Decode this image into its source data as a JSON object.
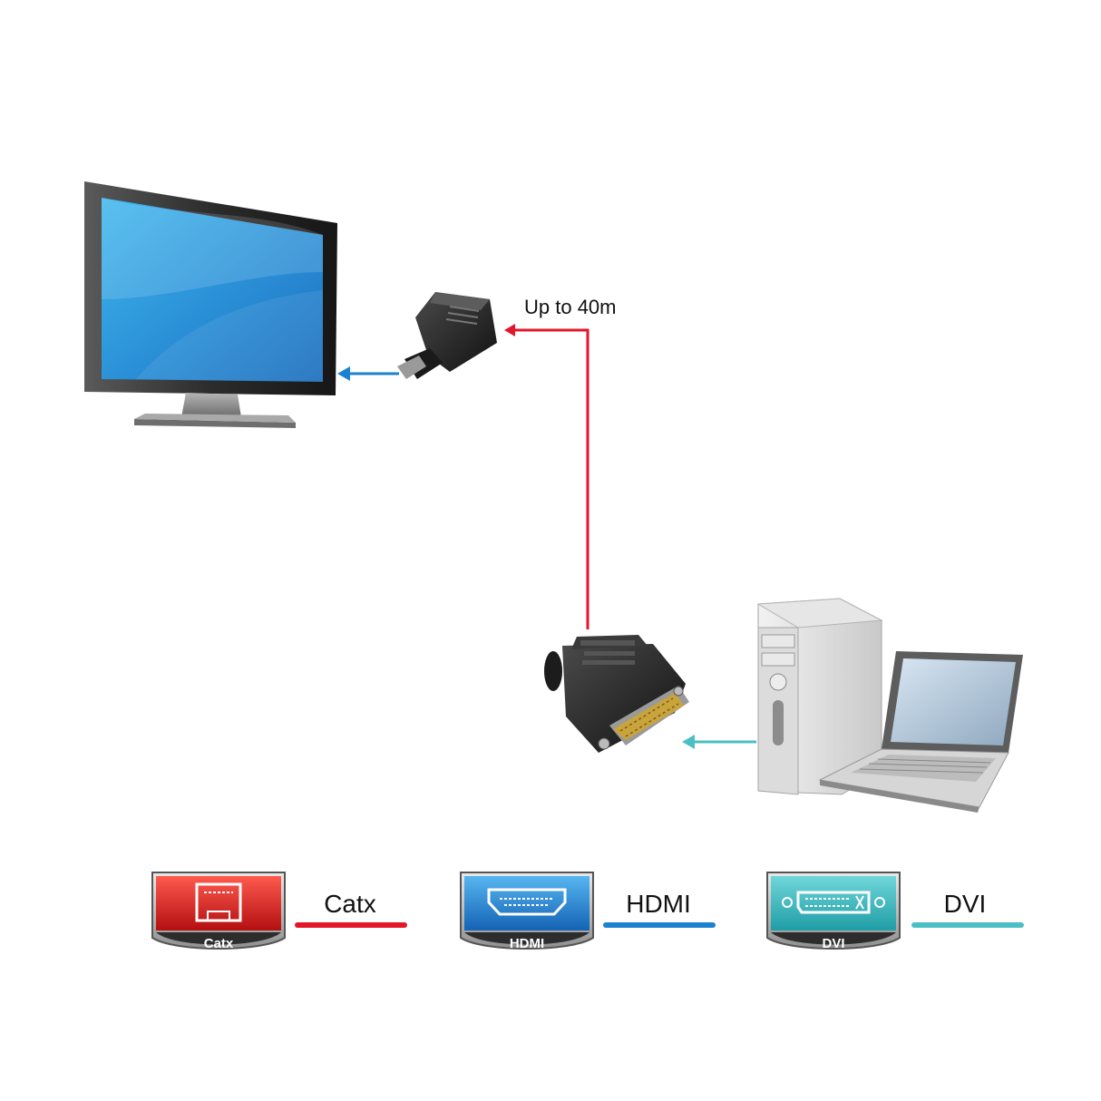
{
  "diagram": {
    "distance_label": "Up to 40m",
    "colors": {
      "catx": "#e3172a",
      "hdmi": "#1b82d0",
      "dvi": "#4cbfc6"
    }
  },
  "legend": [
    {
      "badge_text": "Catx",
      "label": "Catx",
      "color": "#e3172a",
      "icon": "ethernet-port-icon"
    },
    {
      "badge_text": "HDMI",
      "label": "HDMI",
      "color": "#1b82d0",
      "icon": "hdmi-port-icon"
    },
    {
      "badge_text": "DVI",
      "label": "DVI",
      "color": "#4cbfc6",
      "icon": "dvi-port-icon"
    }
  ]
}
